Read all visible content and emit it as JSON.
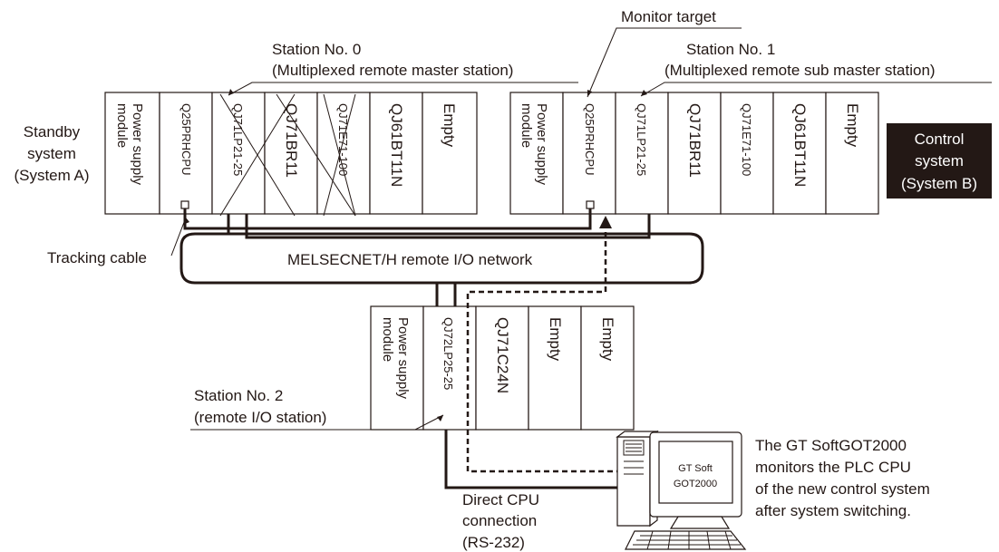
{
  "labels": {
    "monitor_target": "Monitor target",
    "station0_line1": "Station No. 0",
    "station0_line2": "(Multiplexed remote master station)",
    "station1_line1": "Station No. 1",
    "station1_line2": "(Multiplexed remote sub master station)",
    "standby_line1": "Standby",
    "standby_line2": "system",
    "standby_line3": "(System A)",
    "control_line1": "Control",
    "control_line2": "system",
    "control_line3": "(System B)",
    "tracking_cable": "Tracking cable",
    "network": "MELSECNET/H remote I/O network",
    "station2_line1": "Station No. 2",
    "station2_line2": "(remote I/O station)",
    "direct_line1": "Direct CPU",
    "direct_line2": "connection",
    "direct_line3": "(RS-232)",
    "note_line1": "The GT SoftGOT2000",
    "note_line2": "monitors the PLC CPU",
    "note_line3": "of the new control system",
    "note_line4": "after system switching.",
    "screen_line1": "GT Soft",
    "screen_line2": "GOT2000"
  },
  "rack_a": {
    "power_line1": "Power supply",
    "power_line2": "module",
    "modules": [
      "Q25PRHCPU",
      "QJ71LP21-25",
      "QJ71BR11",
      "QJ71E71-100",
      "QJ61BT11N",
      "Empty"
    ]
  },
  "rack_b": {
    "power_line1": "Power supply",
    "power_line2": "module",
    "modules": [
      "Q25PRHCPU",
      "QJ71LP21-25",
      "QJ71BR11",
      "QJ71E71-100",
      "QJ61BT11N",
      "Empty"
    ]
  },
  "rack_c": {
    "power_line1": "Power supply",
    "power_line2": "module",
    "modules": [
      "QJ72LP25-25",
      "QJ71C24N",
      "Empty",
      "Empty"
    ]
  },
  "colors": {
    "line": "#231815",
    "control_badge_bg": "#231815",
    "control_badge_text": "#ffffff"
  }
}
